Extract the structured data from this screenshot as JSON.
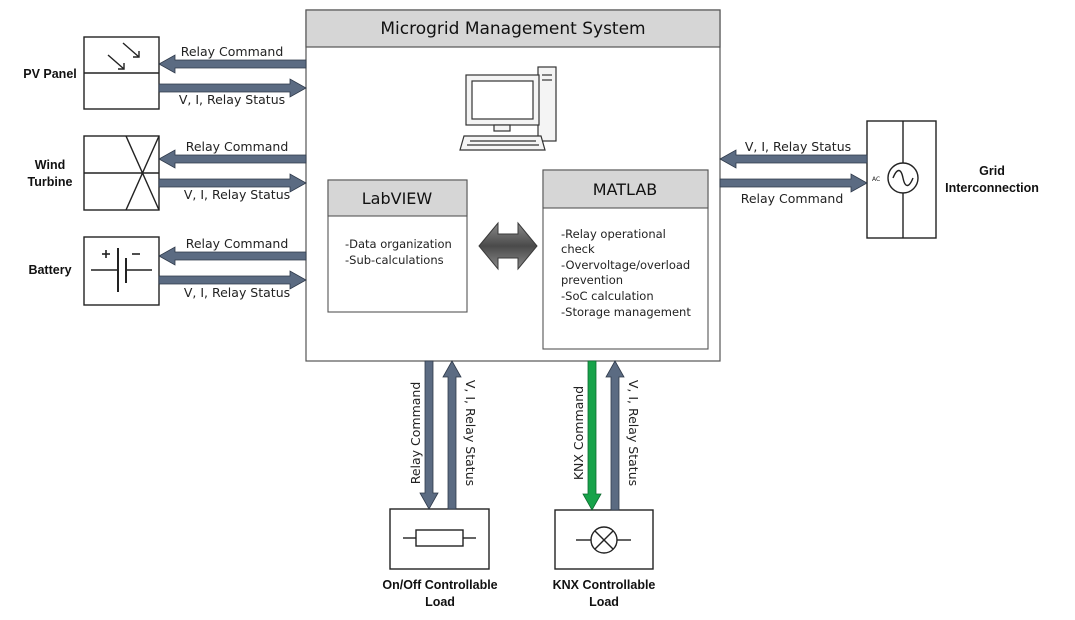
{
  "system": {
    "title": "Microgrid Management System",
    "labview": {
      "title": "LabVIEW",
      "items": [
        "-Data organization",
        "-Sub-calculations"
      ]
    },
    "matlab": {
      "title": "MATLAB",
      "items": [
        "-Relay operational",
        "check",
        "-Overvoltage/overload",
        "prevention",
        "-SoC calculation",
        "-Storage management"
      ]
    }
  },
  "sources": {
    "pv": {
      "label": "PV Panel"
    },
    "wind": {
      "label_lines": [
        "Wind",
        "Turbine"
      ]
    },
    "battery": {
      "label": "Battery"
    }
  },
  "grid": {
    "label_lines": [
      "Grid",
      "Interconnection"
    ],
    "ac_label": "AC"
  },
  "loads": {
    "onoff": {
      "label_lines": [
        "On/Off Controllable",
        "Load"
      ]
    },
    "knx": {
      "label_lines": [
        "KNX Controllable",
        "Load"
      ]
    }
  },
  "signals": {
    "relay_command": "Relay Command",
    "status": "V, I, Relay Status",
    "knx_command": "KNX Command"
  },
  "colors": {
    "arrow": "#5b6b82",
    "knx_arrow": "#17a34a",
    "header": "#d6d6d6",
    "bidirectional": "#666666"
  }
}
